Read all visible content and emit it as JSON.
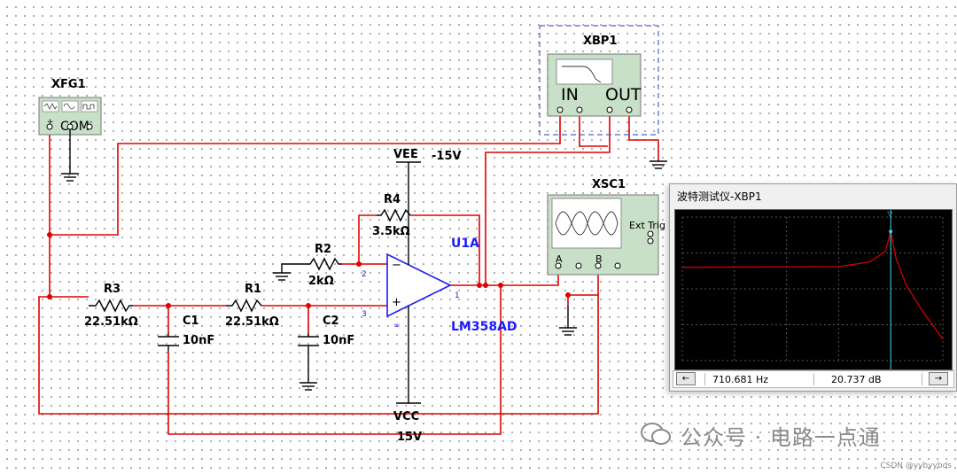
{
  "instruments": {
    "function_generator": {
      "ref": "XFG1",
      "com_label": "COM",
      "plus_label": "+",
      "minus_label": "-"
    },
    "bode_plotter": {
      "ref": "XBP1",
      "in_label": "IN",
      "out_label": "OUT"
    },
    "oscilloscope": {
      "ref": "XSC1",
      "ext_trig_label": "Ext Trig",
      "channel_a_label": "A",
      "channel_b_label": "B"
    }
  },
  "components": {
    "R1": {
      "ref": "R1",
      "value": "22.51kΩ"
    },
    "R2": {
      "ref": "R2",
      "value": "2kΩ"
    },
    "R3": {
      "ref": "R3",
      "value": "22.51kΩ"
    },
    "R4": {
      "ref": "R4",
      "value": "3.5kΩ"
    },
    "C1": {
      "ref": "C1",
      "value": "10nF"
    },
    "C2": {
      "ref": "C2",
      "value": "10nF"
    },
    "opamp": {
      "ref": "U1A",
      "part": "LM358AD",
      "pins": {
        "inv": "2",
        "noninv": "3",
        "out": "1",
        "misc": "∞"
      }
    }
  },
  "supplies": {
    "vee": {
      "name": "VEE",
      "value": "-15V"
    },
    "vcc": {
      "name": "VCC",
      "value": "15V"
    }
  },
  "bode_window": {
    "title": "波特测试仪-XBP1",
    "frequency_readout": "710.681 Hz",
    "gain_readout": "20.737 dB",
    "left_button": "←",
    "right_button": "→",
    "cursor_marker": "▽",
    "chart_data": {
      "type": "line",
      "title": "",
      "xlabel": "",
      "ylabel": "",
      "grid": true,
      "cursor": {
        "frequency_hz": 710.681,
        "gain_db": 20.737
      },
      "series": [
        {
          "color": "#d40000",
          "points": [
            [
              0.0,
              0.0
            ],
            [
              0.6,
              0.02
            ],
            [
              0.72,
              0.15
            ],
            [
              0.78,
              0.45
            ],
            [
              0.8,
              1.0
            ],
            [
              0.82,
              0.25
            ],
            [
              0.86,
              -0.5
            ],
            [
              0.92,
              -1.2
            ],
            [
              1.0,
              -2.0
            ]
          ]
        }
      ]
    }
  },
  "watermark": {
    "text": "公众号 · 电路一点通",
    "credit": "CSDN @yybyybds"
  },
  "colors": {
    "wire": "#e00000",
    "label_blue": "#1a1aff",
    "instrument_body": "#c8dfc8",
    "plot_bg": "#000000"
  }
}
